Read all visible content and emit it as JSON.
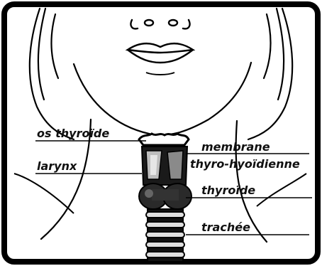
{
  "labels": {
    "os_thyroide": "os thyroïde",
    "larynx": "larynx",
    "membrane_line1": "membrane",
    "membrane_line2": "thyro-hyoïdienne",
    "thyroide": "thyroïde",
    "trachee": "trachée"
  }
}
